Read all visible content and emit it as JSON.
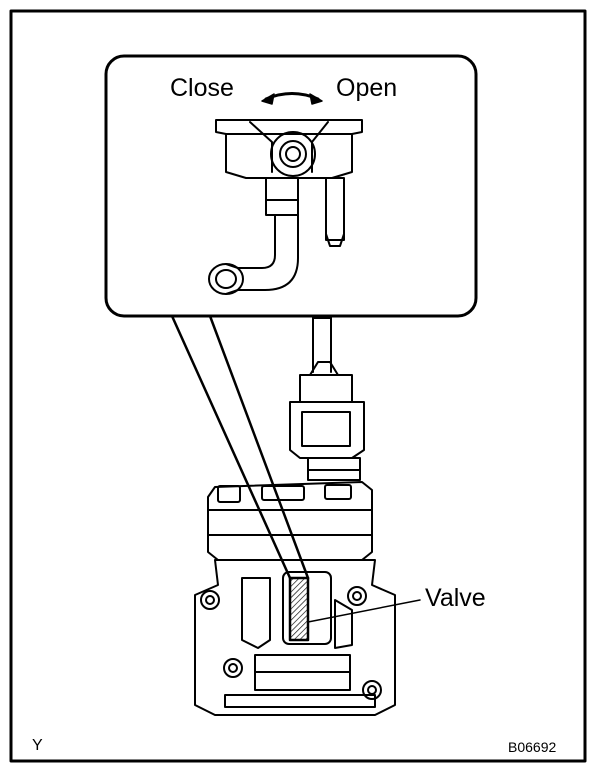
{
  "labels": {
    "close": "Close",
    "open": "Open",
    "valve": "Valve",
    "corner_letter": "Y",
    "figure_code": "B06692"
  },
  "icons": [
    "rotation-arrow-icon"
  ]
}
